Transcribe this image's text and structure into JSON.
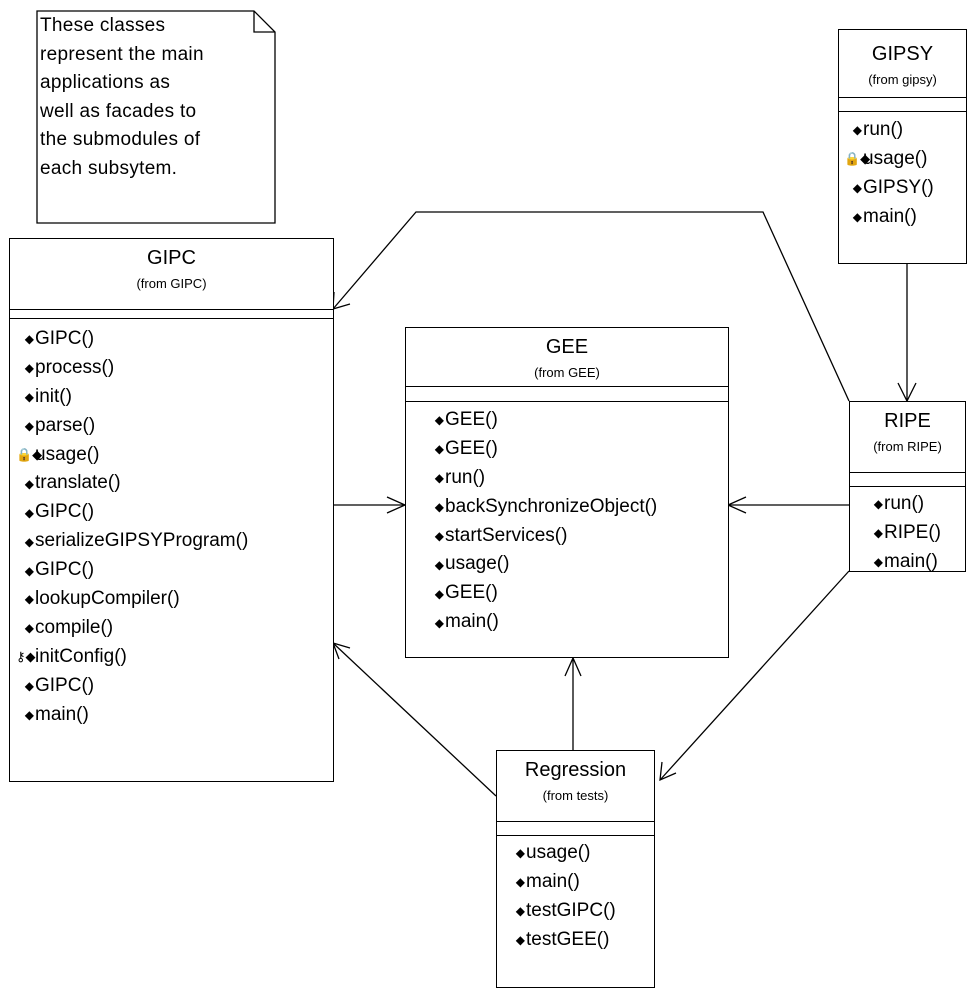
{
  "note": {
    "lines": [
      "These classes",
      "represent the main",
      "applications as",
      "well as facades to",
      "the submodules of",
      "each subsytem."
    ]
  },
  "classes": {
    "gipc": {
      "name": "GIPC",
      "from": "(from GIPC)",
      "operations": [
        {
          "label": "GIPC()",
          "icon": "operation-icon"
        },
        {
          "label": "process()",
          "icon": "operation-icon"
        },
        {
          "label": "init()",
          "icon": "operation-icon"
        },
        {
          "label": "parse()",
          "icon": "operation-icon"
        },
        {
          "label": "usage()",
          "icon": "private-lock-icon"
        },
        {
          "label": "translate()",
          "icon": "operation-icon"
        },
        {
          "label": "GIPC()",
          "icon": "operation-icon"
        },
        {
          "label": "serializeGIPSYProgram()",
          "icon": "operation-icon"
        },
        {
          "label": "GIPC()",
          "icon": "operation-icon"
        },
        {
          "label": "lookupCompiler()",
          "icon": "operation-icon"
        },
        {
          "label": "compile()",
          "icon": "operation-icon"
        },
        {
          "label": "initConfig()",
          "icon": "protected-key-icon"
        },
        {
          "label": "GIPC()",
          "icon": "operation-icon"
        },
        {
          "label": "main()",
          "icon": "operation-icon"
        }
      ]
    },
    "gee": {
      "name": "GEE",
      "from": "(from GEE)",
      "operations": [
        {
          "label": "GEE()",
          "icon": "operation-icon"
        },
        {
          "label": "GEE()",
          "icon": "operation-icon"
        },
        {
          "label": "run()",
          "icon": "operation-icon"
        },
        {
          "label": "backSynchronizeObject()",
          "icon": "operation-icon"
        },
        {
          "label": "startServices()",
          "icon": "operation-icon"
        },
        {
          "label": "usage()",
          "icon": "operation-icon"
        },
        {
          "label": "GEE()",
          "icon": "operation-icon"
        },
        {
          "label": "main()",
          "icon": "operation-icon"
        }
      ]
    },
    "gipsy": {
      "name": "GIPSY",
      "from": "(from gipsy)",
      "operations": [
        {
          "label": "run()",
          "icon": "operation-icon"
        },
        {
          "label": "usage()",
          "icon": "private-lock-icon"
        },
        {
          "label": "GIPSY()",
          "icon": "operation-icon"
        },
        {
          "label": "main()",
          "icon": "operation-icon"
        }
      ]
    },
    "ripe": {
      "name": "RIPE",
      "from": "(from RIPE)",
      "operations": [
        {
          "label": "run()",
          "icon": "operation-icon"
        },
        {
          "label": "RIPE()",
          "icon": "operation-icon"
        },
        {
          "label": "main()",
          "icon": "operation-icon"
        }
      ]
    },
    "regression": {
      "name": "Regression",
      "from": "(from tests)",
      "operations": [
        {
          "label": "usage()",
          "icon": "operation-icon"
        },
        {
          "label": "main()",
          "icon": "operation-icon"
        },
        {
          "label": "testGIPC()",
          "icon": "operation-icon"
        },
        {
          "label": "testGEE()",
          "icon": "operation-icon"
        }
      ]
    }
  },
  "dependencies": [
    {
      "from": "GIPSY",
      "to": "RIPE"
    },
    {
      "from": "RIPE",
      "to": "GIPC"
    },
    {
      "from": "RIPE",
      "to": "GEE"
    },
    {
      "from": "RIPE",
      "to": "Regression"
    },
    {
      "from": "GIPC",
      "to": "GEE"
    },
    {
      "from": "Regression",
      "to": "GEE"
    },
    {
      "from": "Regression",
      "to": "GIPC"
    }
  ],
  "colors": {
    "line": "#000000",
    "background": "#ffffff"
  }
}
